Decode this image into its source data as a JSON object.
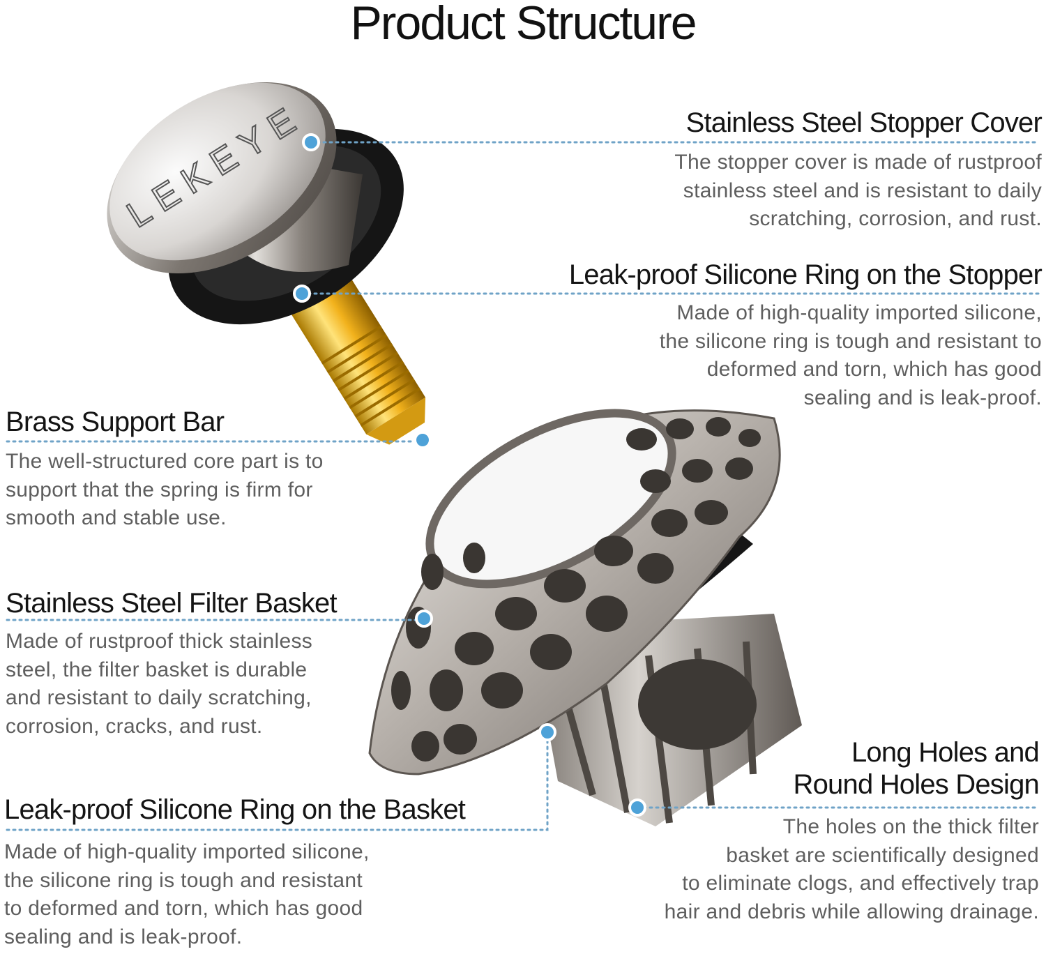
{
  "title": "Product Structure",
  "brand_mark": "LEKEYE",
  "colors": {
    "leader_line": "#6fa3c7",
    "marker": "#4ea2d8",
    "heading_text": "#141414",
    "body_text": "#5e5e5e"
  },
  "callouts": {
    "cover": {
      "heading": "Stainless Steel Stopper Cover",
      "lines": [
        "The stopper cover is made of rustproof",
        "stainless steel and is resistant to daily",
        "scratching, corrosion, and rust."
      ]
    },
    "ring_stopper": {
      "heading": "Leak-proof Silicone Ring on the Stopper",
      "lines": [
        "Made of high-quality imported silicone,",
        "the silicone ring is tough and resistant to",
        "deformed and torn, which has good",
        "sealing and is leak-proof."
      ]
    },
    "brass": {
      "heading": "Brass Support Bar",
      "lines": [
        "The well-structured core part is to",
        "support that the spring is firm for",
        "smooth and stable use."
      ]
    },
    "basket": {
      "heading": "Stainless Steel Filter Basket",
      "lines": [
        "Made of rustproof thick stainless",
        "steel, the filter basket is durable",
        "and resistant to daily scratching,",
        "corrosion, cracks, and rust."
      ]
    },
    "ring_basket": {
      "heading": "Leak-proof Silicone Ring on the Basket",
      "lines": [
        "Made of high-quality imported silicone,",
        "the silicone ring is tough and resistant",
        "to deformed and torn, which has good",
        "sealing and is leak-proof."
      ]
    },
    "holes": {
      "heading_lines": [
        "Long Holes and",
        "Round Holes Design"
      ],
      "lines": [
        "The holes on the thick filter",
        "basket are scientifically designed",
        "to eliminate clogs, and effectively trap",
        "hair and debris while allowing drainage."
      ]
    }
  }
}
